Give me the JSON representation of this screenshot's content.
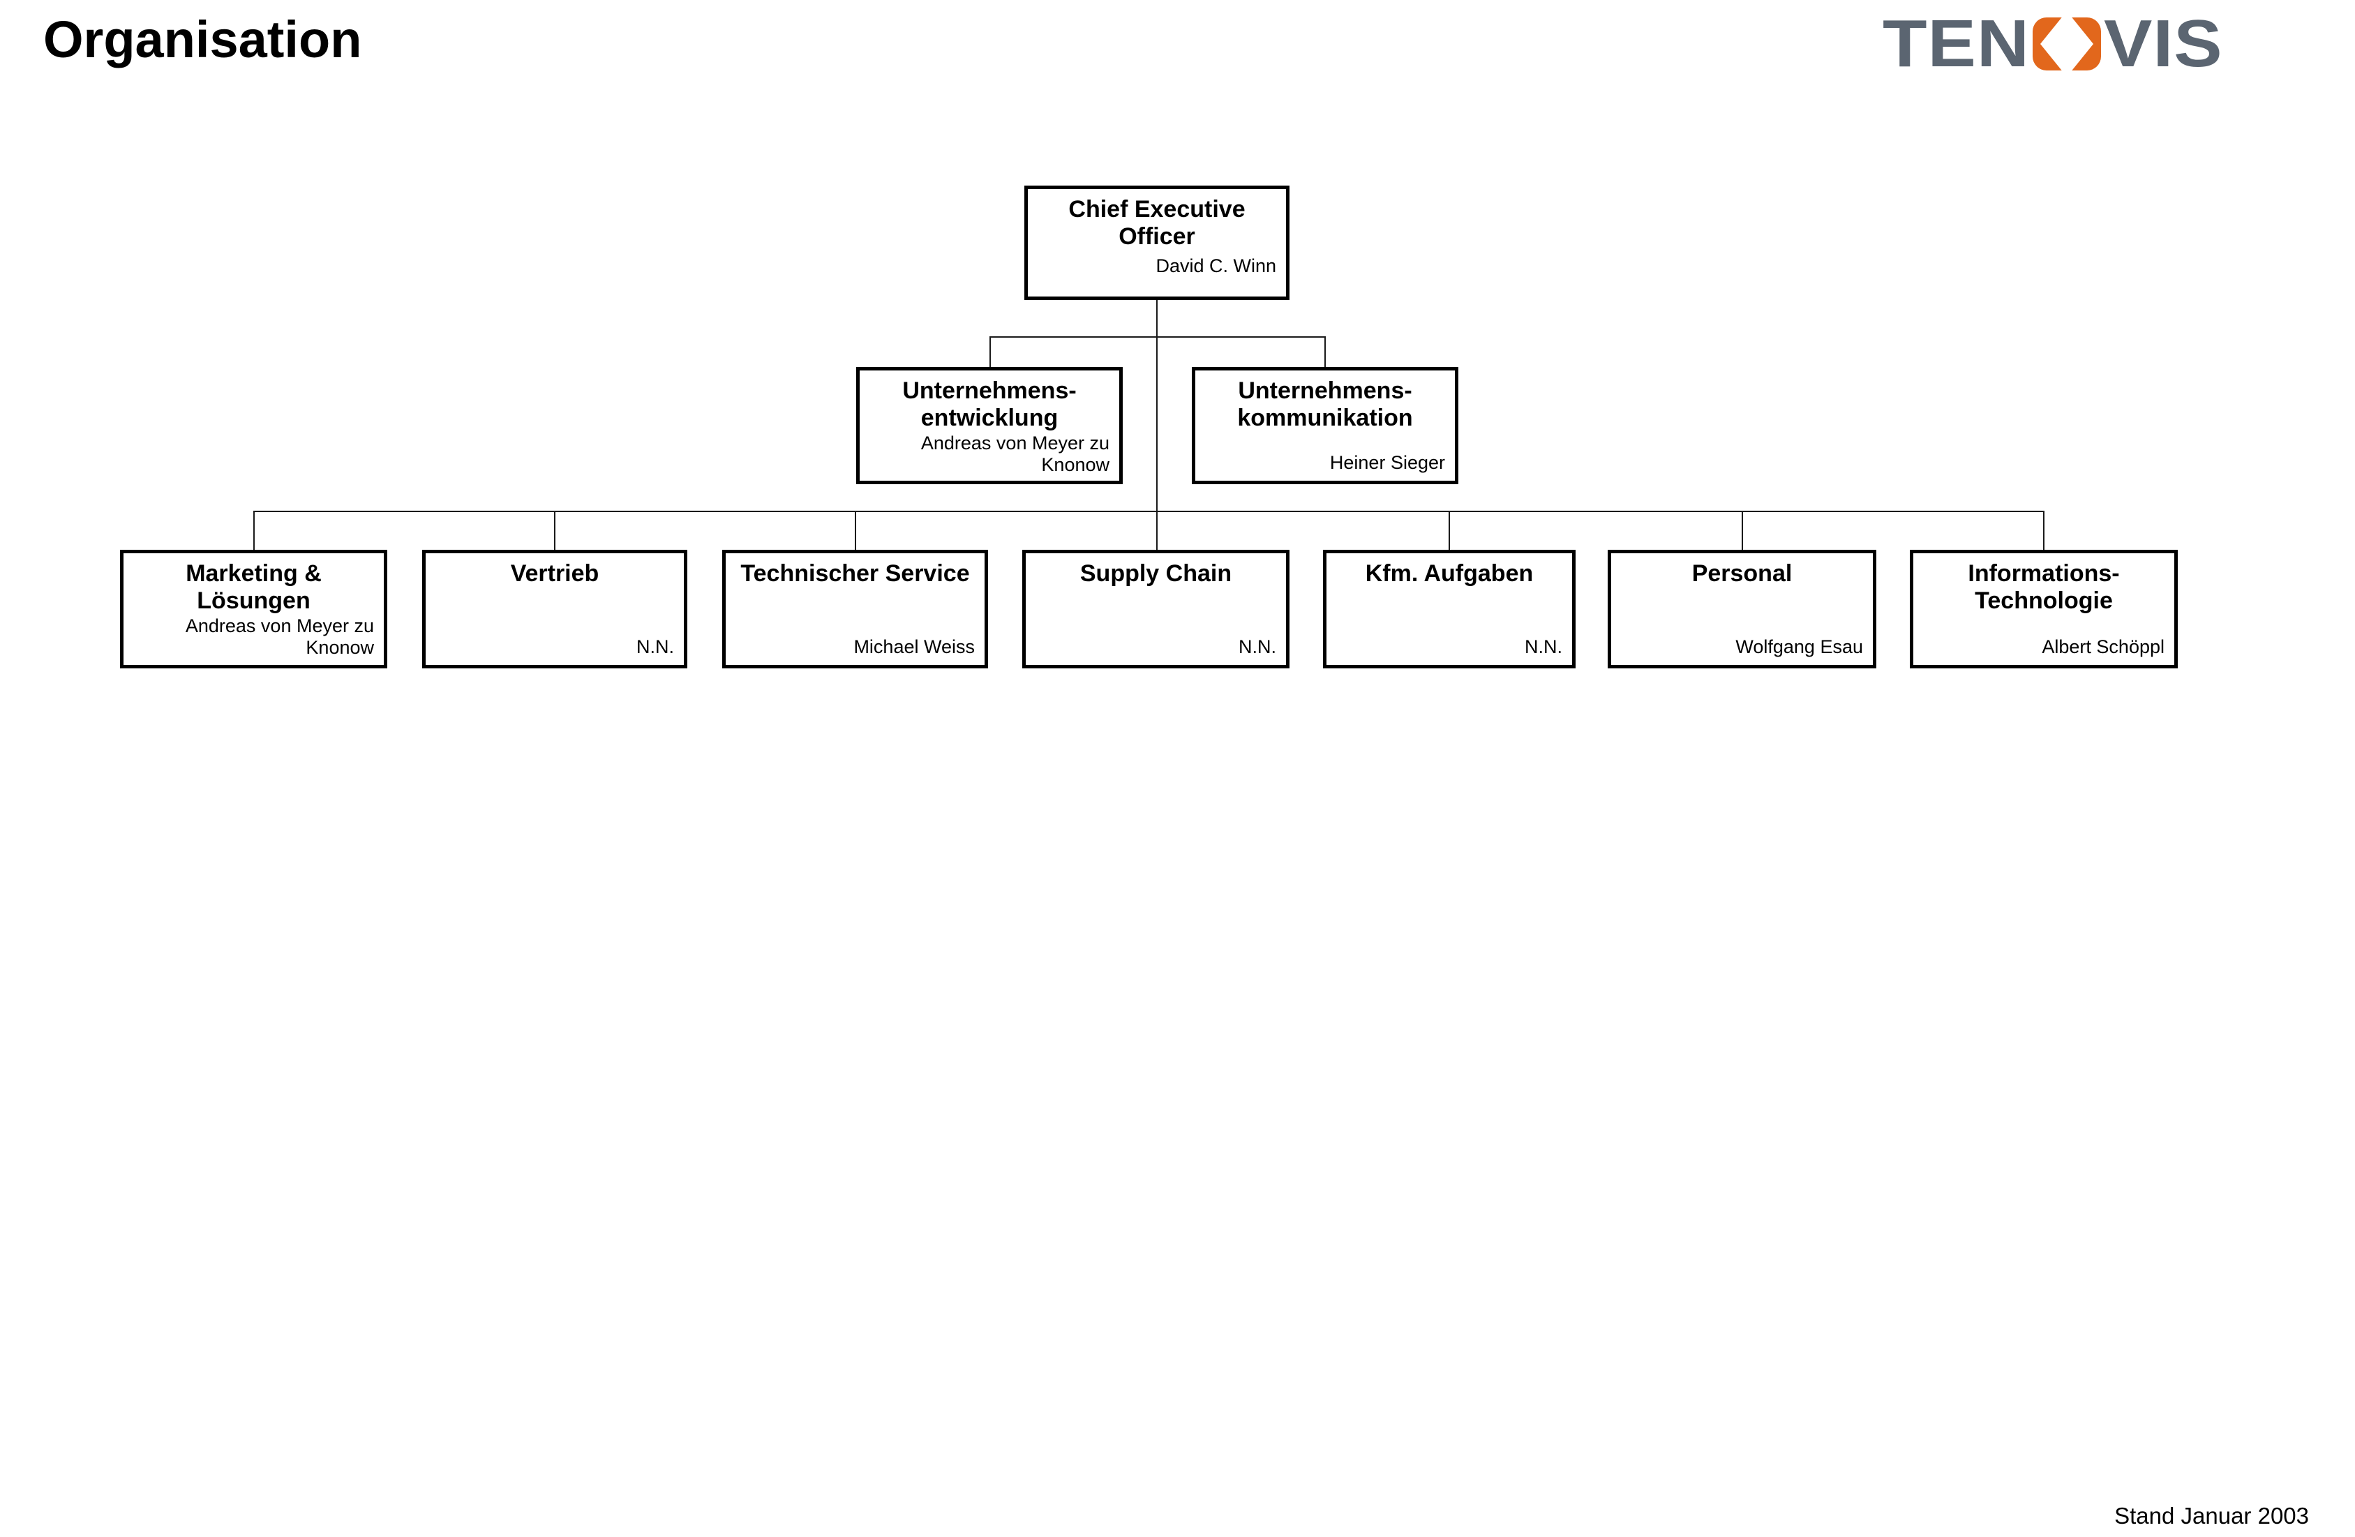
{
  "page": {
    "title": "Organisation",
    "footer": "Stand Januar 2003"
  },
  "logo": {
    "name": "TENOVIS",
    "text_before_mark": "TEN",
    "text_after_mark": "VIS",
    "mark": "orange-split-o-icon",
    "gray": "#5b6571",
    "orange": "#e2671c"
  },
  "org": {
    "ceo": {
      "line1": "Chief Executive",
      "line2": "Officer",
      "person": "David C. Winn"
    },
    "staff": [
      {
        "line1": "Unternehmens-",
        "line2": "entwicklung",
        "person": "Andreas von Meyer zu Knonow"
      },
      {
        "line1": "Unternehmens-",
        "line2": "kommunikation",
        "person": "Heiner Sieger"
      }
    ],
    "departments": [
      {
        "line1": "Marketing &",
        "line2": "Lösungen",
        "person": "Andreas von Meyer zu Knonow"
      },
      {
        "line1": "Vertrieb",
        "person": "N.N."
      },
      {
        "line1": "Technischer Service",
        "person": "Michael Weiss"
      },
      {
        "line1": "Supply Chain",
        "person": "N.N."
      },
      {
        "line1": "Kfm. Aufgaben",
        "person": "N.N."
      },
      {
        "line1": "Personal",
        "person": "Wolfgang Esau"
      },
      {
        "line1": "Informations-",
        "line2": "Technologie",
        "person": "Albert Schöppl"
      }
    ]
  }
}
